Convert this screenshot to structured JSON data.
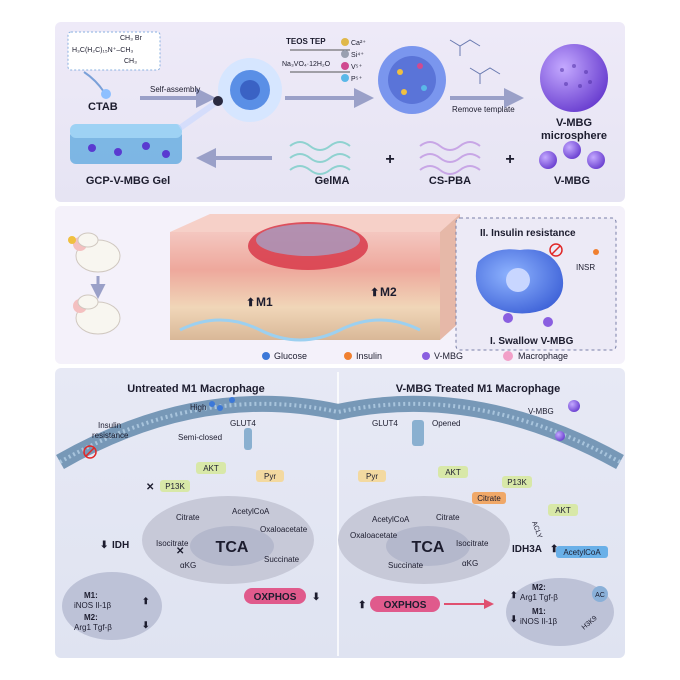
{
  "colors": {
    "panel_bg": "#e8e6f4",
    "membrane": "#6a8fb0",
    "mito": "#c7c9d8",
    "oxphos": "#e05a8c",
    "akt": "#d8e8a8",
    "pyr": "#f3d9a0",
    "idh3a": "#e43b6a",
    "vmbg": "#8a5fe0",
    "gel": "#5aa0d8",
    "gelma": "#8fd2d0",
    "cspba": "#c8a6e6",
    "red": "#e02828",
    "blue": "#3c78d8"
  },
  "panel_top": {
    "ctab_formula": "H₃C(H₂C)₁₅N⁺–CH₃",
    "ctab_formula_top": "CH₃  Br",
    "ctab_formula_bottom": "CH₃",
    "ctab": "CTAB",
    "self_assembly": "Self-assembly",
    "teos_tep": "TEOS  TEP",
    "navo": "Na₃VO₄·12H₂O",
    "ions": [
      "Ca²⁺",
      "Si⁴⁺",
      "V⁵⁺",
      "P⁵⁺"
    ],
    "remove_template": "Remove template",
    "vmbg_micro_1": "V-MBG",
    "vmbg_micro_2": "microsphere",
    "gel_label": "GCP-V-MBG Gel",
    "gelma": "GelMA",
    "cspba": "CS-PBA",
    "vmbg": "V-MBG",
    "plus": "+"
  },
  "panel_mid": {
    "m1": "M1",
    "m2": "M2",
    "insulin_resistance": "II. Insulin resistance",
    "insr": "INSR",
    "swallow": "I. Swallow V-MBG",
    "legend": [
      "Glucose",
      "Insulin",
      "V-MBG",
      "Macrophage"
    ]
  },
  "panel_bottom": {
    "left_title": "Untreated M1 Macrophage",
    "right_title": "V-MBG Treated M1 Macrophage",
    "high": "High",
    "insulin_resistance_1": "Insulin",
    "insulin_resistance_2": "resistance",
    "semi_closed": "Semi-closed",
    "glut4_left": "GLUT4",
    "glut4_right": "GLUT4",
    "opened": "Opened",
    "vmbg": "V-MBG",
    "akt_left": "AKT",
    "akt_right": "AKT",
    "akt_right2": "AKT",
    "p13k_left": "P13K",
    "p13k_right": "P13K",
    "pyr_left": "Pyr",
    "pyr_right": "Pyr",
    "citrate_left": "Citrate",
    "acetylcoa_left": "AcetylCoA",
    "oxaloacetate_left": "Oxaloacetate",
    "isocitrate_left": "Isocitrate",
    "tca_left": "TCA",
    "akg_left": "αKG",
    "succinate_left": "Succinate",
    "idh": "IDH",
    "oxphos_left": "OXPHOS",
    "m1_left": "M1:",
    "m1_left_genes": "iNOS  Il-1β",
    "m2_left": "M2:",
    "m2_left_genes": "Arg1  Tgf-β",
    "acetylcoa_right": "AcetylCoA",
    "citrate_right": "Citrate",
    "citrate_box": "Citrate",
    "oxaloacetate_right": "Oxaloacetate",
    "isocitrate_right": "Isocitrate",
    "tca_right": "TCA",
    "idh3a": "IDH3A",
    "succinate_right": "Succinate",
    "akg_right": "αKG",
    "oxphos_right": "OXPHOS",
    "acly": "ACLY",
    "acetylcoa_box": "AcetylCoA",
    "ac": "AC",
    "h3k9": "H3K9",
    "m2_right": "M2:",
    "m2_right_genes": "Arg1  Tgf-β",
    "m1_right": "M1:",
    "m1_right_genes": "iNOS  Il-1β"
  }
}
